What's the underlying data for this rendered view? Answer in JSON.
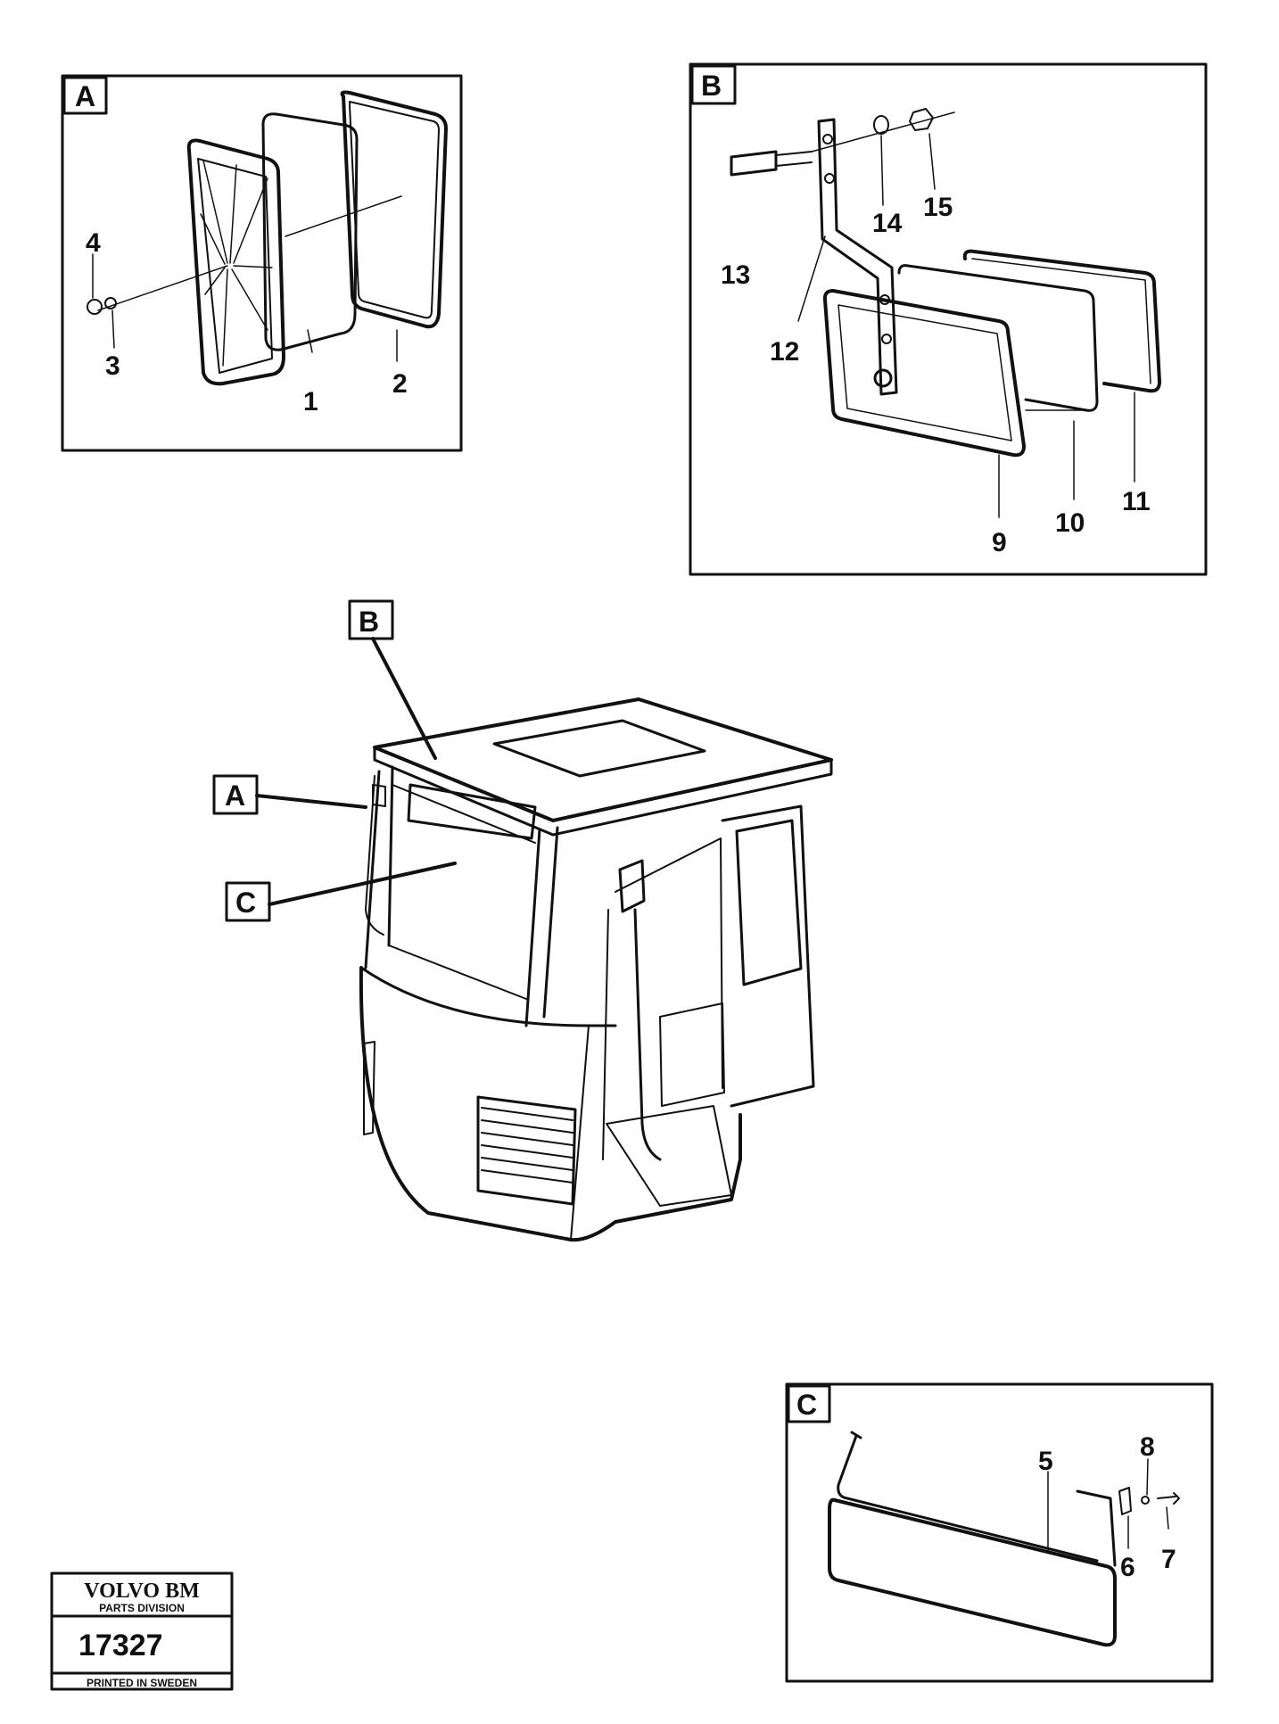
{
  "panels": {
    "a": {
      "label": "A",
      "parts": [
        "1",
        "2",
        "3",
        "4"
      ]
    },
    "b": {
      "label": "B",
      "parts": [
        "9",
        "10",
        "11",
        "12",
        "13",
        "14",
        "15"
      ]
    },
    "c": {
      "label": "C",
      "parts": [
        "5",
        "6",
        "7",
        "8"
      ]
    }
  },
  "callouts": {
    "a": "A",
    "b": "B",
    "c": "C"
  },
  "logo": {
    "title": "VOLVO BM",
    "subtitle": "PARTS DIVISION",
    "number": "17327",
    "footer": "PRINTED IN SWEDEN"
  }
}
